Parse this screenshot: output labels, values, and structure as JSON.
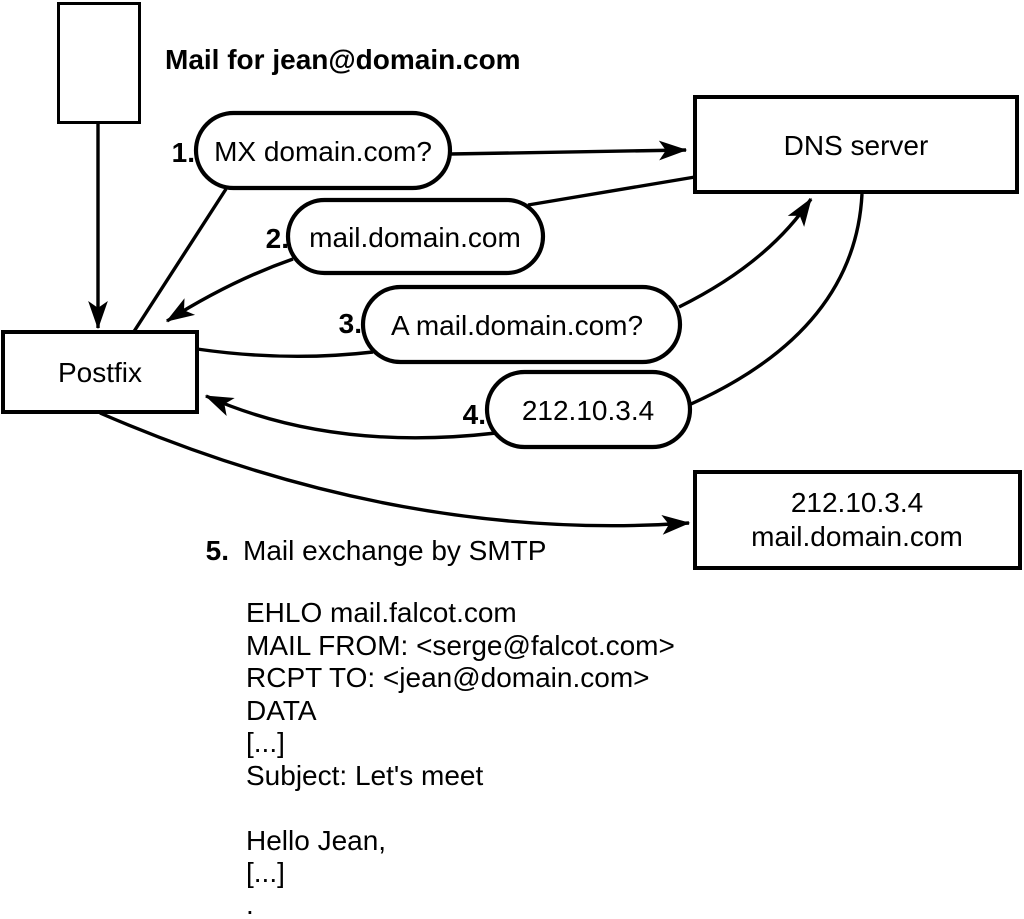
{
  "canvas": {
    "background": "#ffffff",
    "ink": "#000000"
  },
  "nodes": {
    "mail_note": {
      "icon": "document-icon",
      "label": "Mail for jean@domain.com"
    },
    "postfix": {
      "label": "Postfix"
    },
    "dns_server": {
      "label": "DNS server"
    },
    "mail_server": {
      "line1": "212.10.3.4",
      "line2": "mail.domain.com"
    }
  },
  "steps": [
    {
      "number": "1.",
      "label": "MX domain.com?"
    },
    {
      "number": "2.",
      "label": "mail.domain.com"
    },
    {
      "number": "3.",
      "label": "A mail.domain.com?"
    },
    {
      "number": "4.",
      "label": "212.10.3.4"
    },
    {
      "number": "5.",
      "label": "Mail exchange by SMTP"
    }
  ],
  "smtp_session": {
    "lines": [
      "EHLO mail.falcot.com",
      "MAIL FROM: <serge@falcot.com>",
      "RCPT TO: <jean@domain.com>",
      "DATA",
      "[...]",
      "Subject: Let's meet",
      "",
      "Hello Jean,",
      "[...]",
      "."
    ]
  }
}
